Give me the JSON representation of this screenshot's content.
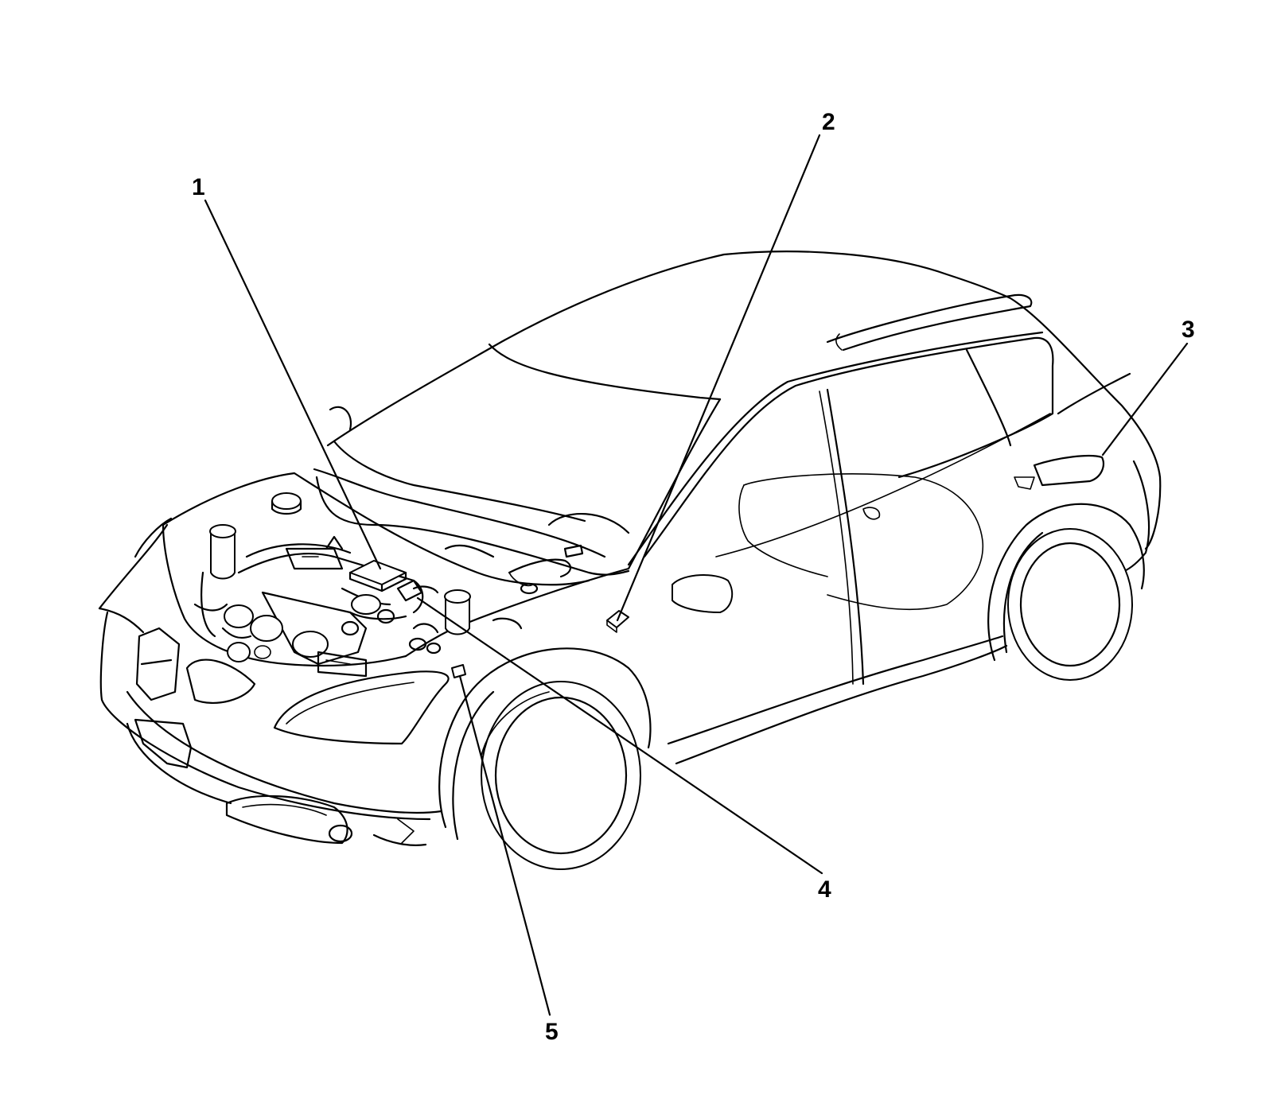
{
  "diagram": {
    "callouts": [
      {
        "id": "1",
        "label": "1"
      },
      {
        "id": "2",
        "label": "2"
      },
      {
        "id": "3",
        "label": "3"
      },
      {
        "id": "4",
        "label": "4"
      },
      {
        "id": "5",
        "label": "5"
      }
    ],
    "colors": {
      "line": "#000000",
      "background": "#ffffff"
    }
  }
}
